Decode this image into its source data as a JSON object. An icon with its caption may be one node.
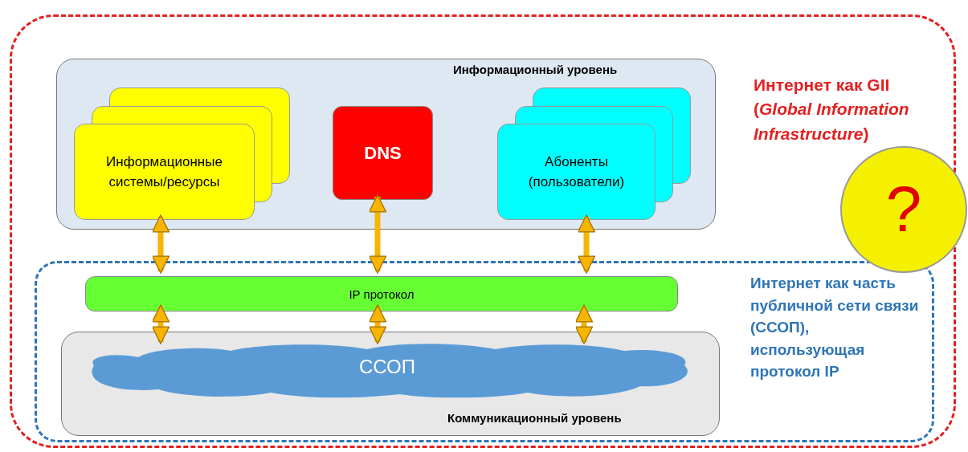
{
  "diagram": {
    "nodes": [
      {
        "text": [
          "Интернет как GII (*Global Information Infrastructure*)"
        ]
      },
      {
        "text": [
          "Информационный уровень"
        ],
        "in": 0
      },
      {
        "text": [
          "Информационные системы/ресурсы"
        ],
        "in": 1
      },
      {
        "text": [
          "DNS"
        ],
        "in": 1
      },
      {
        "text": [
          "Абоненты (пользователи)"
        ],
        "in": 1
      },
      {
        "text": [
          "Интернет как часть публичной сети связи (ССОП), использующая протокол IP"
        ],
        "in": 0
      },
      {
        "text": [
          "IP протокол"
        ],
        "in": 5
      },
      {
        "text": [
          "Коммуникационный уровень"
        ],
        "in": 5
      },
      {
        "text": [
          "ССОП"
        ],
        "in": 7
      },
      {
        "text": [
          "?"
        ]
      }
    ],
    "edges": [
      {
        "from": 2,
        "to": 6,
        "arrow": "both"
      },
      {
        "from": 3,
        "to": 6,
        "arrow": "both"
      },
      {
        "from": 4,
        "to": 6,
        "arrow": "both"
      },
      {
        "from": 6,
        "to": 8,
        "arrow": "both"
      },
      {
        "from": 6,
        "to": 8,
        "arrow": "both"
      },
      {
        "from": 6,
        "to": 8,
        "arrow": "both"
      }
    ]
  }
}
